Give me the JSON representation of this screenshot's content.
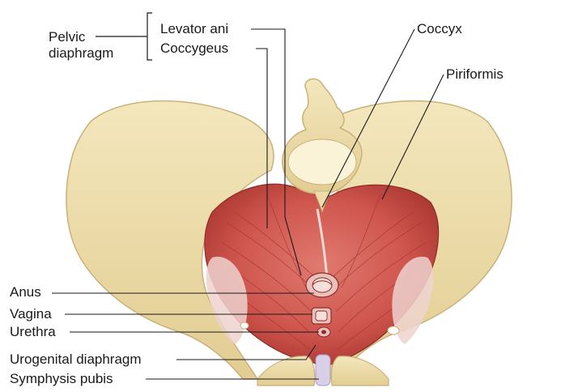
{
  "diagram": {
    "colors": {
      "bone": "#eddcaa",
      "bone_shadow": "#cdb780",
      "muscle": "#c9504a",
      "muscle_dark": "#a8352f",
      "muscle_light": "#e27d74",
      "fascia": "#e9c9c6",
      "symphysis": "#d9cfe6",
      "leader": "#1a1a1a"
    },
    "labels": {
      "pelvic_diaphragm_line1": "Pelvic",
      "pelvic_diaphragm_line2": "diaphragm",
      "levator_ani": "Levator ani",
      "coccygeus": "Coccygeus",
      "coccyx": "Coccyx",
      "piriformis": "Piriformis",
      "anus": "Anus",
      "vagina": "Vagina",
      "urethra": "Urethra",
      "urogenital_diaphragm": "Urogenital diaphragm",
      "symphysis_pubis": "Symphysis pubis"
    }
  }
}
